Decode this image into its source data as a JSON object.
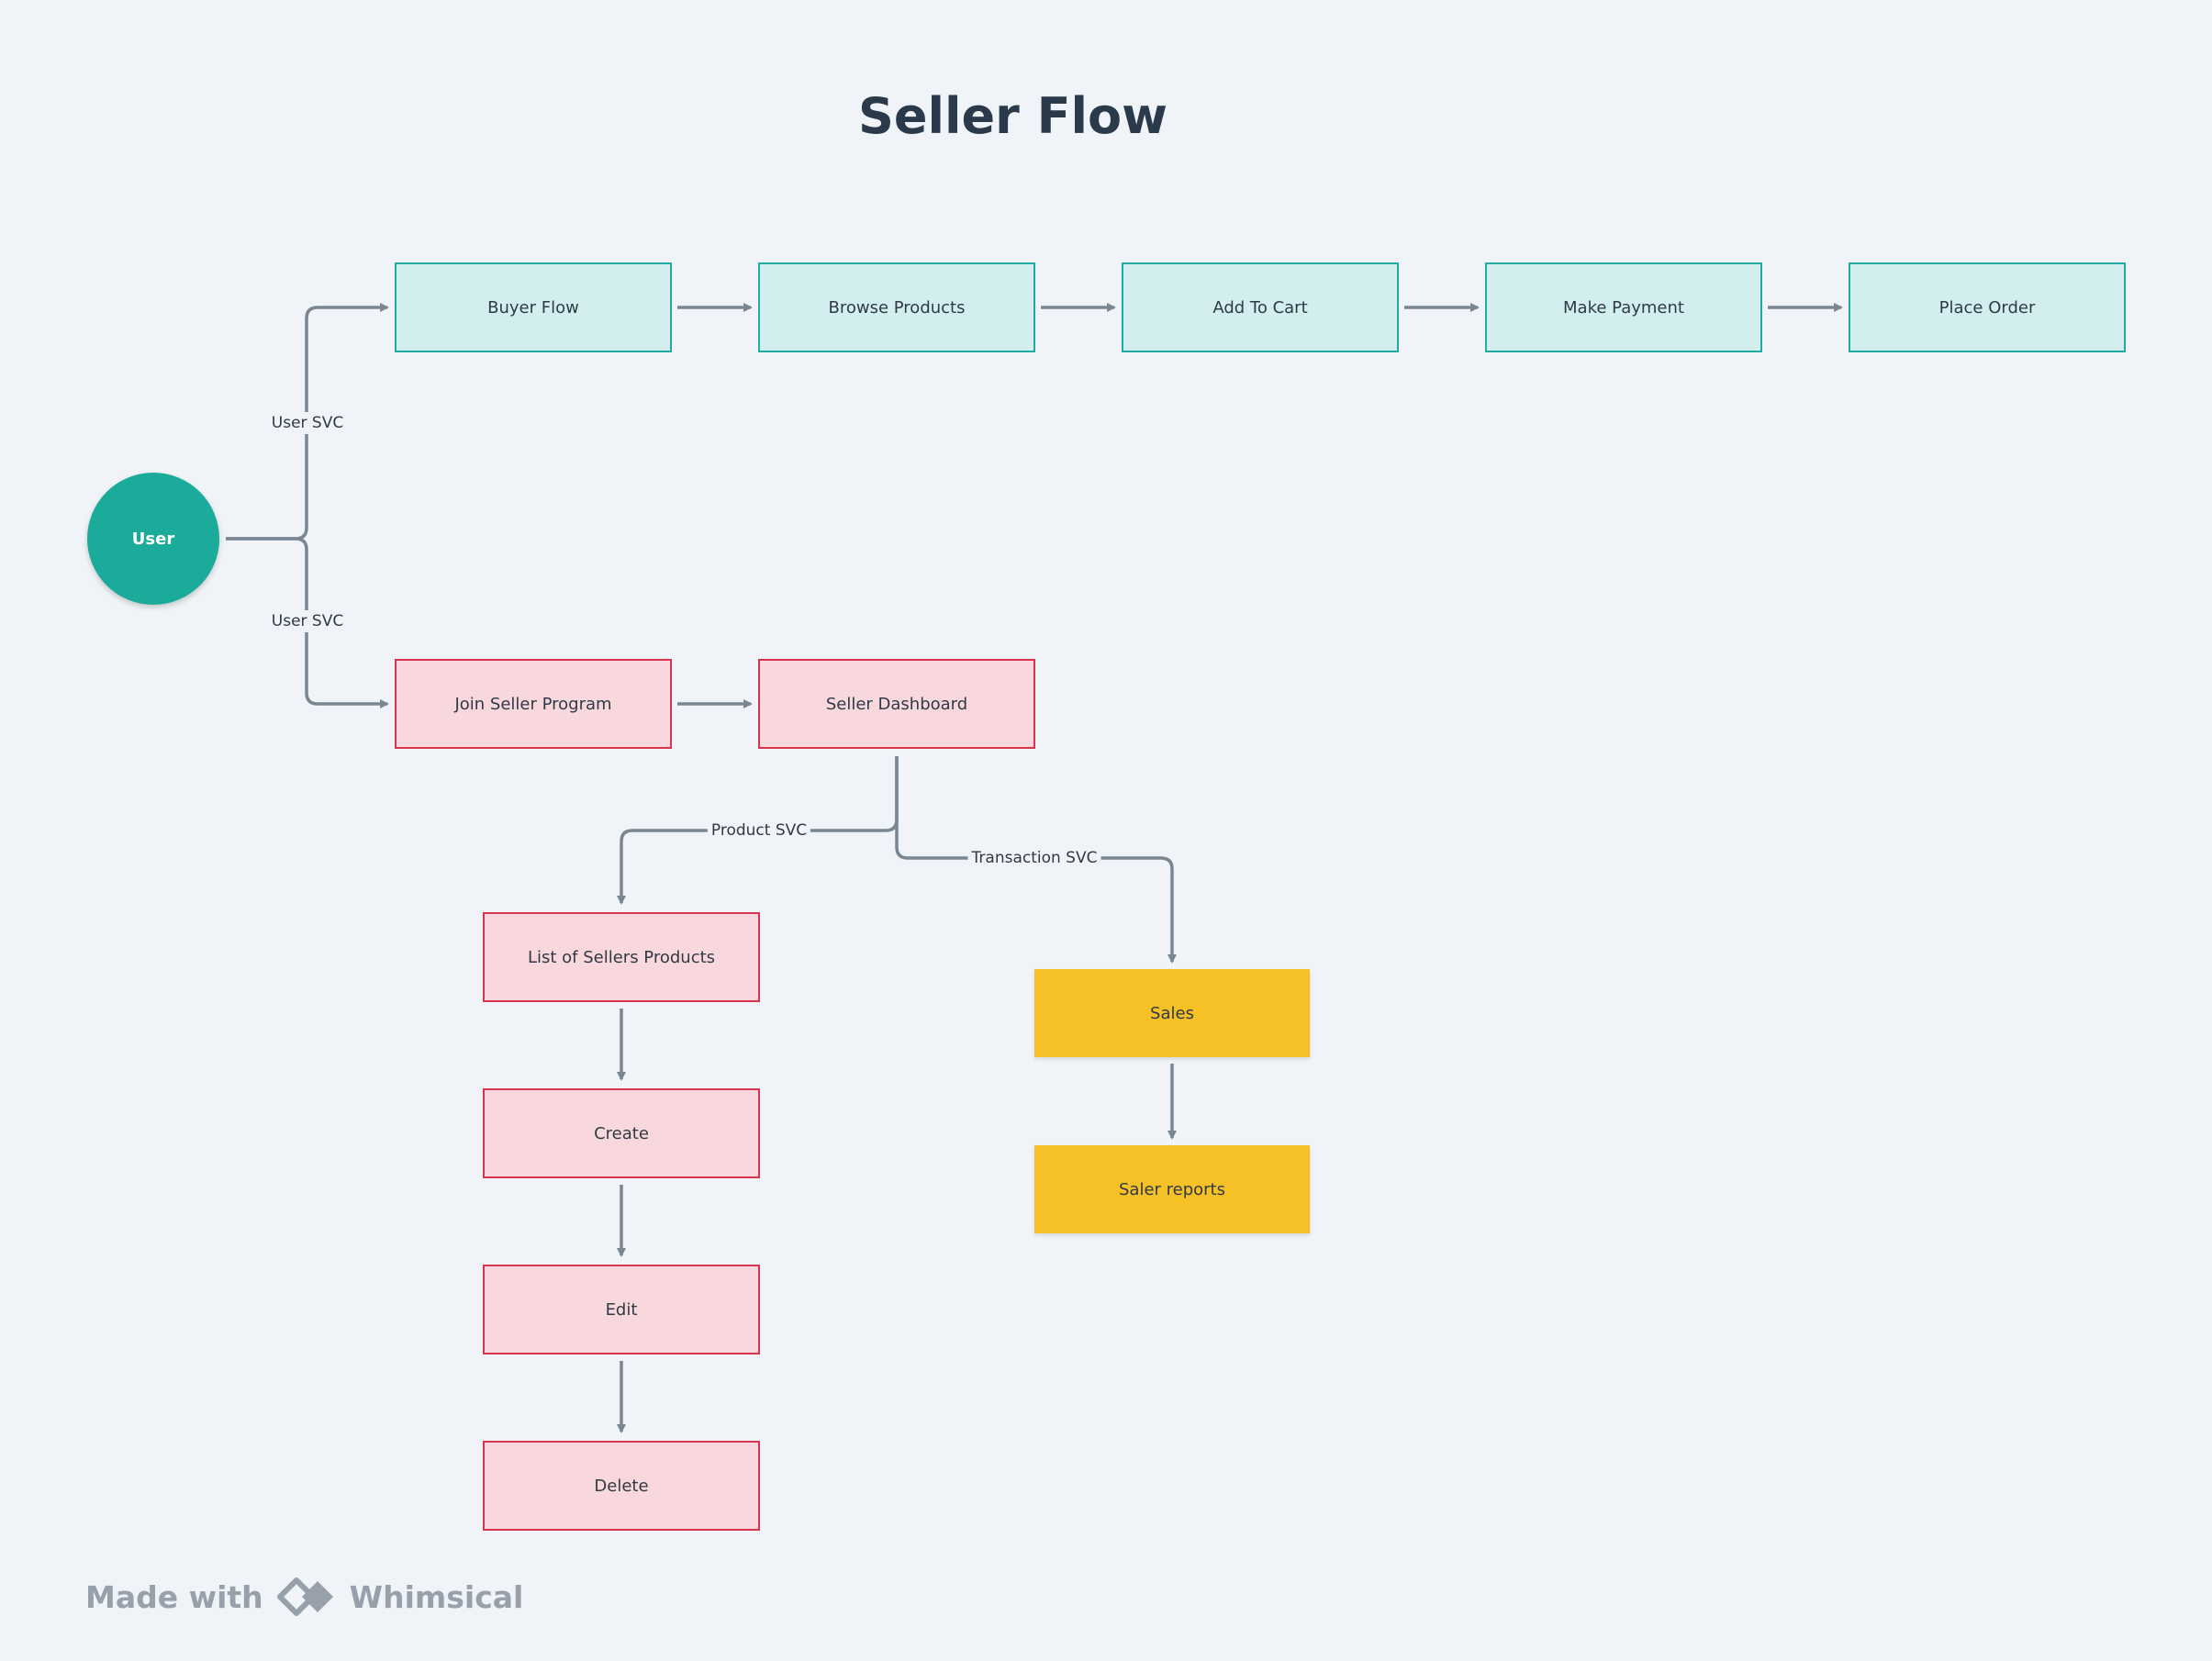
{
  "title": "Seller Flow",
  "colors": {
    "background": "#f0f3f7",
    "connector": "#7a8793",
    "teal_fill": "#d3eeee",
    "teal_border": "#22aba0",
    "pink_fill": "#f8d8dd",
    "pink_border": "#d8344f",
    "yellow_fill": "#f6c127",
    "user_circle": "#1aab9b"
  },
  "nodes": {
    "user": "User",
    "buyer_flow": "Buyer Flow",
    "browse_products": "Browse Products",
    "add_to_cart": "Add To Cart",
    "make_payment": "Make Payment",
    "place_order": "Place Order",
    "join_seller_program": "Join Seller Program",
    "seller_dashboard": "Seller Dashboard",
    "list_of_sellers_products": "List of Sellers Products",
    "create": "Create",
    "edit": "Edit",
    "delete": "Delete",
    "sales": "Sales",
    "saler_reports": "Saler reports"
  },
  "edge_labels": {
    "user_to_buyer": "User SVC",
    "user_to_seller": "User SVC",
    "dashboard_to_products": "Product SVC",
    "dashboard_to_sales": "Transaction SVC"
  },
  "footer": {
    "made_with": "Made with",
    "brand": "Whimsical",
    "logo_icon": "whimsical-logo-icon"
  }
}
